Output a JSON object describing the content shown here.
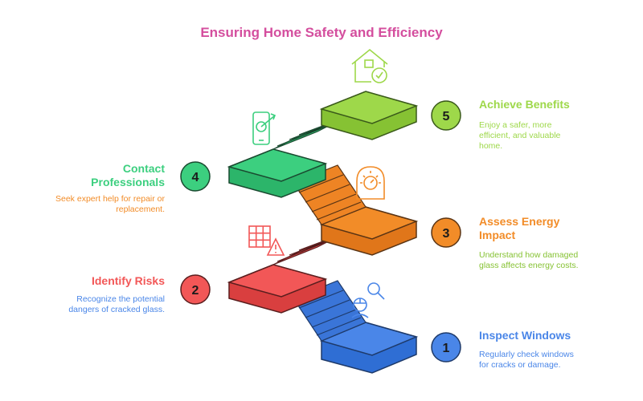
{
  "title": "Ensuring Home Safety and Efficiency",
  "colors": {
    "title": "#d44e9e",
    "step1": "#4a86e8",
    "step2": "#f25757",
    "step3": "#f28c28",
    "step4": "#3ccf7f",
    "step5": "#9ed84a"
  },
  "steps": [
    {
      "number": "1",
      "title": "Inspect Windows",
      "description": "Regularly check windows for cracks or damage.",
      "icon": "worker-search-icon"
    },
    {
      "number": "2",
      "title": "Identify Risks",
      "description": "Recognize the potential dangers of cracked glass.",
      "icon": "window-warning-icon"
    },
    {
      "number": "3",
      "title": "Assess Energy Impact",
      "description": "Understand how damaged glass affects energy costs.",
      "icon": "energy-meter-icon"
    },
    {
      "number": "4",
      "title": "Contact Professionals",
      "description": "Seek expert help for repair or replacement.",
      "icon": "phone-target-icon"
    },
    {
      "number": "5",
      "title": "Achieve Benefits",
      "description": "Enjoy a safer, more efficient, and valuable home.",
      "icon": "home-check-icon"
    }
  ]
}
